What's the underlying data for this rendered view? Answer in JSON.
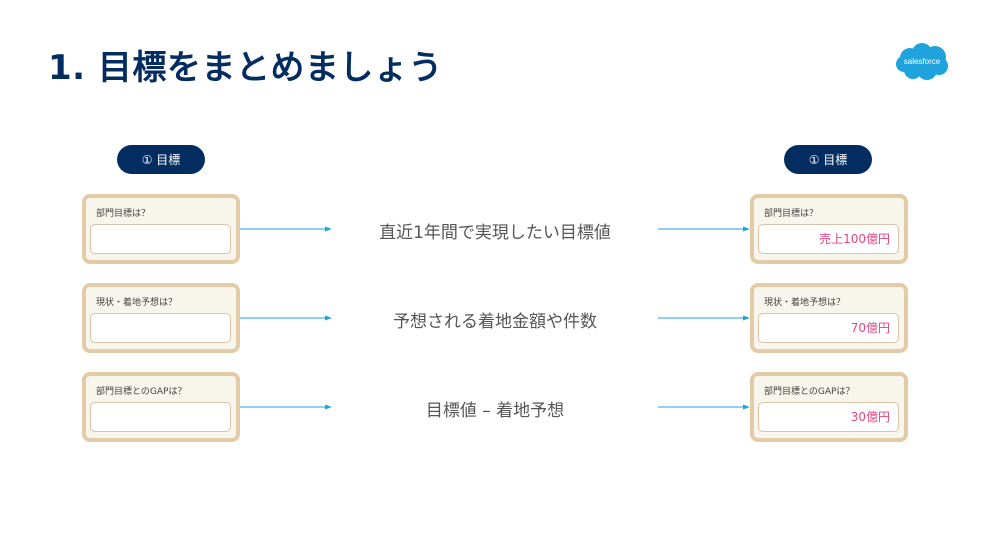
{
  "slide": {
    "title": "1. 目標をまとめましょう"
  },
  "brand": {
    "logo_text": "salesforce",
    "logo_color": "#1fa3dc",
    "title_color": "#032d60",
    "value_color": "#e5467f"
  },
  "left_column": {
    "header": "① 目標",
    "cards": [
      {
        "label": "部門目標は？",
        "value": ""
      },
      {
        "label": "現状・着地予想は？",
        "value": ""
      },
      {
        "label": "部門目標とのGAPは？",
        "value": ""
      }
    ]
  },
  "middle_column": {
    "descriptions": [
      "直近1年間で実現したい目標値",
      "予想される着地金額や件数",
      "目標値 – 着地予想"
    ]
  },
  "right_column": {
    "header": "① 目標",
    "cards": [
      {
        "label": "部門目標は？",
        "value": "売上100億円"
      },
      {
        "label": "現状・着地予想は？",
        "value": "70億円"
      },
      {
        "label": "部門目標とのGAPは？",
        "value": "30億円"
      }
    ]
  }
}
